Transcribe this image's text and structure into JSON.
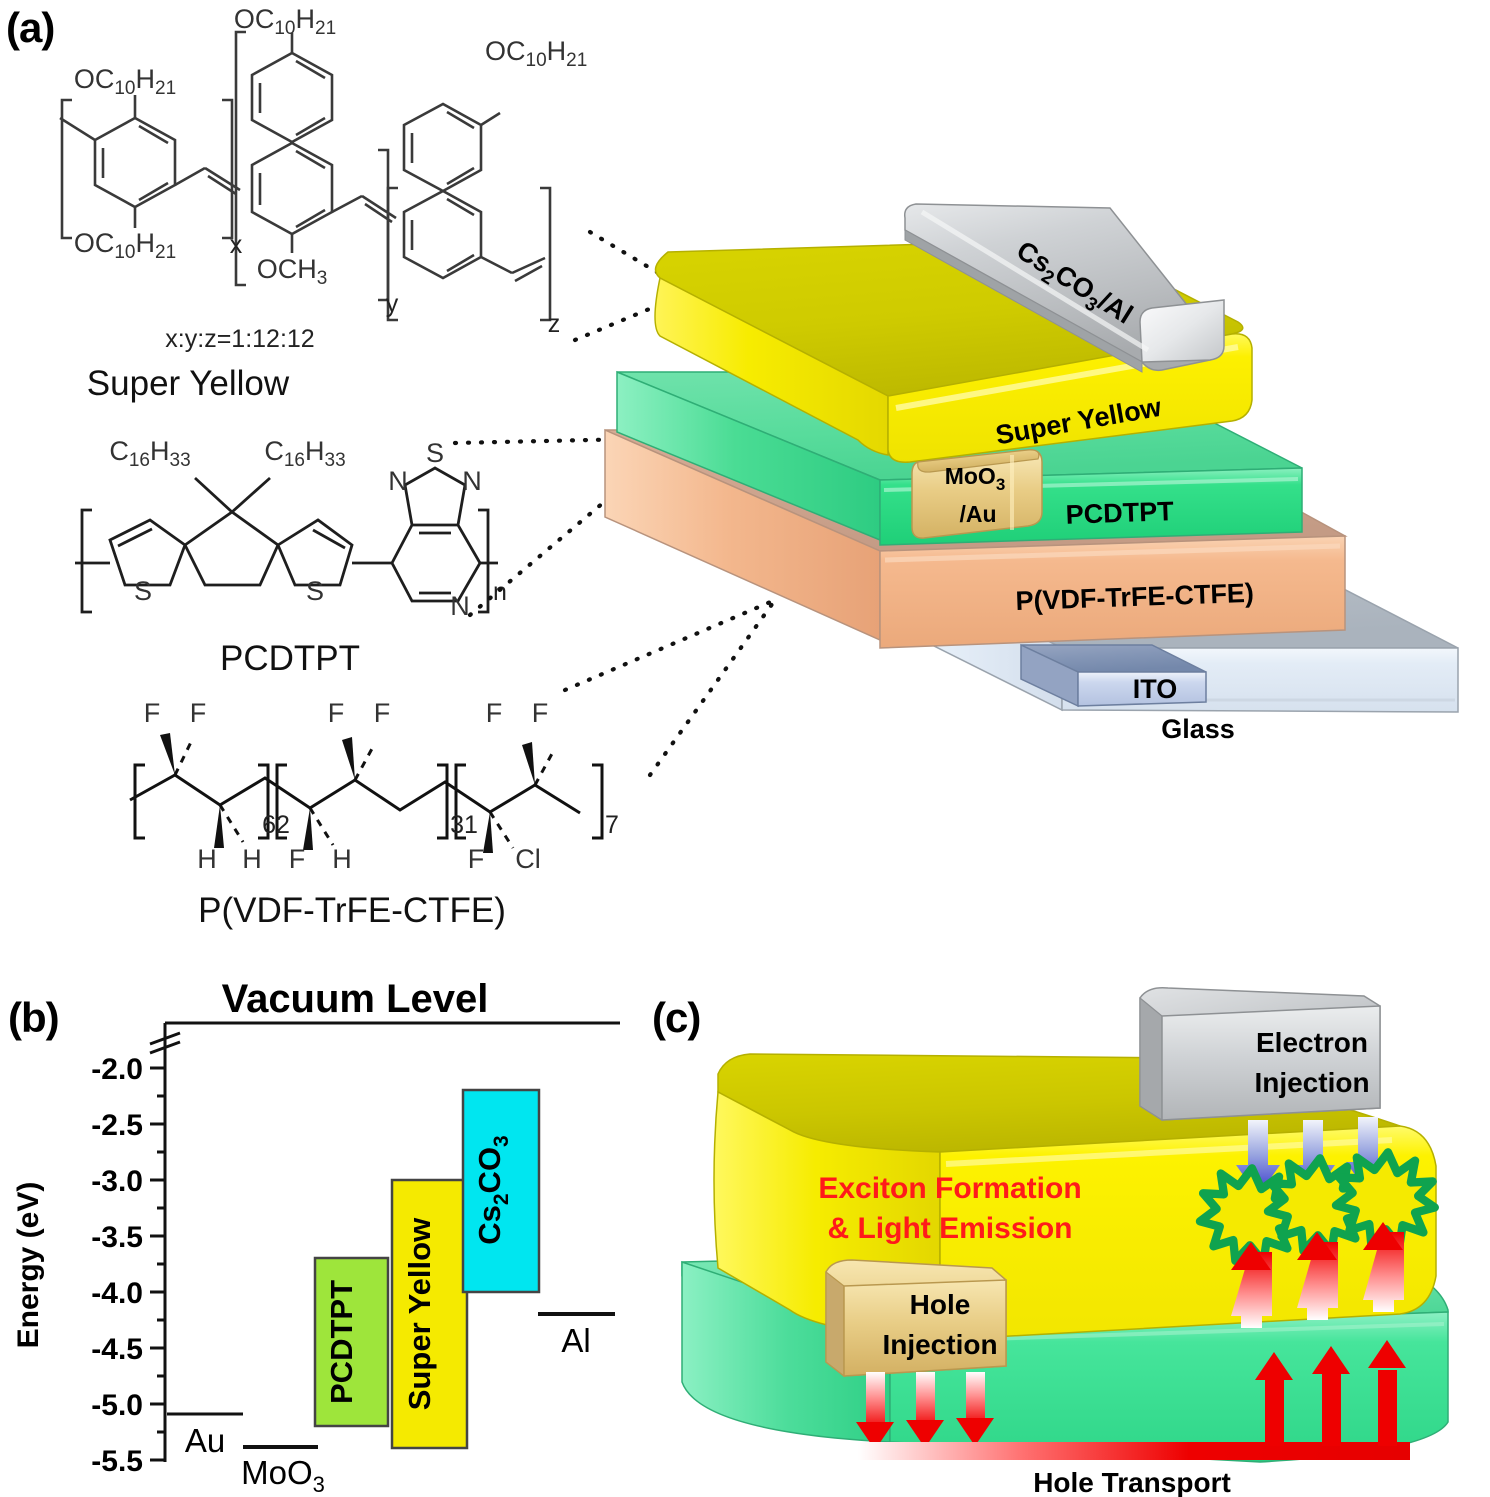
{
  "panels": {
    "a": {
      "letter": "(a)"
    },
    "b": {
      "letter": "(b)"
    },
    "c": {
      "letter": "(c)"
    }
  },
  "molecules": [
    {
      "id": "super-yellow",
      "name": "Super Yellow",
      "ratio": "x:y:z=1:12:12",
      "substituents": [
        "OC10H21",
        "OC10H21",
        "OC10H21",
        "OCH3",
        "OC10H21"
      ],
      "repeat_labels": [
        "x",
        "y",
        "z"
      ]
    },
    {
      "id": "pcdtpt",
      "name": "PCDTPT",
      "sidechains": [
        "C16H33",
        "C16H33"
      ],
      "heteroatoms": [
        "S",
        "S",
        "S",
        "N",
        "N",
        "N"
      ],
      "repeat_labels": [
        "n"
      ]
    },
    {
      "id": "pvdf",
      "name": "P(VDF-TrFE-CTFE)",
      "atoms": [
        "F",
        "F",
        "H",
        "H",
        "F",
        "F",
        "F",
        "H",
        "F",
        "F",
        "F",
        "Cl"
      ],
      "repeat_labels": [
        "62",
        "31",
        "7"
      ]
    }
  ],
  "device_stack": {
    "layers": [
      {
        "name": "Cs2CO3/Al",
        "label": "Cs",
        "color": "#b9bbbd"
      },
      {
        "name": "Super Yellow",
        "color": "#f5ea00"
      },
      {
        "name": "MoO3/Au",
        "color": "#e6c36a"
      },
      {
        "name": "PCDTPT",
        "color": "#3fdd8d"
      },
      {
        "name": "P(VDF-TrFE-CTFE)",
        "color": "#f0b489"
      },
      {
        "name": "ITO",
        "color": "#ccd6ec"
      },
      {
        "name": "Glass",
        "color": "#e7eef7"
      }
    ],
    "labels": {
      "cscoal_main": "Cs",
      "cscoal_sub2": "2",
      "cscoal_mid": "CO",
      "cscoal_sub3": "3",
      "cscoal_tail": "/Al",
      "super_yellow": "Super Yellow",
      "moo3_main": "MoO",
      "moo3_sub": "3",
      "moo3_tail": "/Au",
      "pcdtpt": "PCDTPT",
      "pvdf": "P(VDF-TrFE-CTFE)",
      "ito": "ITO",
      "glass": "Glass"
    }
  },
  "chart_data": {
    "type": "bar",
    "title": "Vacuum Level",
    "ylabel": "Energy (eV)",
    "xlabel": "",
    "ylim": [
      -5.6,
      -1.7
    ],
    "axis_break": true,
    "grid": false,
    "legend": "none",
    "ticks": [
      -2.0,
      -2.5,
      -3.0,
      -3.5,
      -4.0,
      -4.5,
      -5.0,
      -5.5
    ],
    "tick_labels": [
      "-2.0",
      "-2.5",
      "-3.0",
      "-3.5",
      "-4.0",
      "-4.5",
      "-5.0",
      "-5.5"
    ],
    "minor_ticks": [
      -2.25,
      -2.75,
      -3.25,
      -3.75,
      -4.25,
      -4.75,
      -5.25
    ],
    "bars": [
      {
        "name": "PCDTPT",
        "label": "PCDTPT",
        "homo": -5.2,
        "lumo": -3.7,
        "color": "#9ee53b"
      },
      {
        "name": "Super Yellow",
        "label": "Super Yellow",
        "homo": -5.4,
        "lumo": -3.0,
        "color": "#f5ea00"
      },
      {
        "name": "Cs2CO3",
        "label": "Cs2CO3",
        "label_main": "Cs",
        "label_sub1": "2",
        "label_mid": "CO",
        "label_sub2": "3",
        "homo": -4.0,
        "lumo": -2.2,
        "color": "#00e6f0"
      }
    ],
    "levels": [
      {
        "name": "Au",
        "label": "Au",
        "value": -5.1
      },
      {
        "name": "MoO3",
        "label": "MoO",
        "sub": "3",
        "value": -5.4
      },
      {
        "name": "Al",
        "label": "Al",
        "value": -4.2
      }
    ]
  },
  "mechanism": {
    "electron_injection": {
      "line1": "Electron",
      "line2": "Injection",
      "color": "#b9bbbd"
    },
    "hole_injection": {
      "line1": "Hole",
      "line2": "Injection",
      "color": "#e6c36a"
    },
    "exciton": {
      "line1": "Exciton Formation",
      "line2": "& Light Emission",
      "color": "#ff1a1a"
    },
    "hole_transport": {
      "label": "Hole Transport",
      "color": "#ee0000"
    },
    "emissive_layer_color": "#f5ea00",
    "transport_layer_color": "#3fdd8d",
    "electron_arrow_color": "#3333cc",
    "hole_arrow_color": "#ee0000",
    "star_outline_color": "#0fa34f",
    "star_fill_color": "#f5ea00",
    "counts": {
      "electron_arrows": 3,
      "hole_arrows_up": 3,
      "hole_arrows_down": 3,
      "stars": 3
    }
  }
}
